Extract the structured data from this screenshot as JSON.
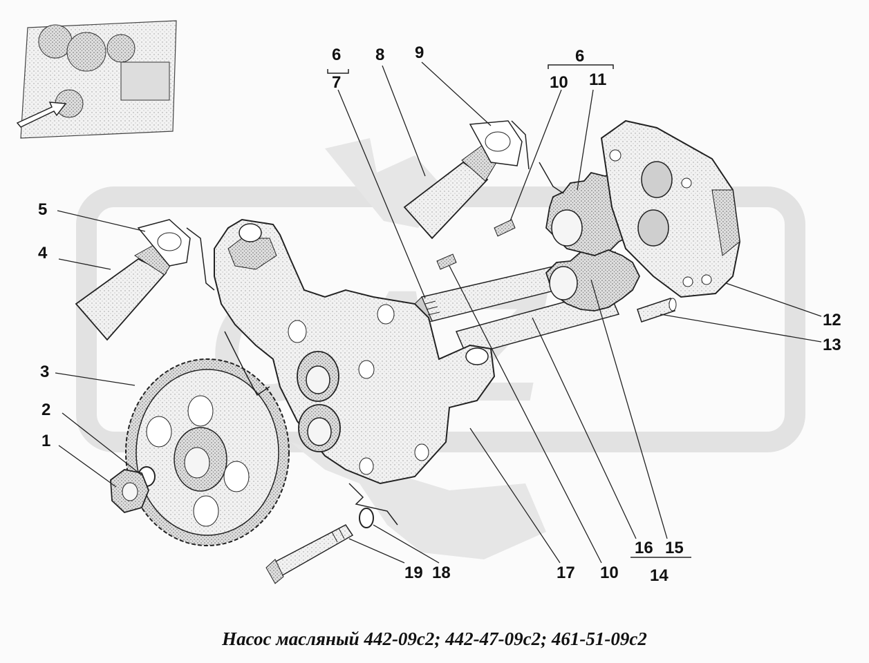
{
  "callouts": [
    {
      "id": "l6a",
      "text": "6"
    },
    {
      "id": "l7",
      "text": "7"
    },
    {
      "id": "l8",
      "text": "8"
    },
    {
      "id": "l9",
      "text": "9"
    },
    {
      "id": "l6b",
      "text": "6"
    },
    {
      "id": "l10a",
      "text": "10"
    },
    {
      "id": "l11",
      "text": "11"
    },
    {
      "id": "l5",
      "text": "5"
    },
    {
      "id": "l4",
      "text": "4"
    },
    {
      "id": "l3",
      "text": "3"
    },
    {
      "id": "l2",
      "text": "2"
    },
    {
      "id": "l1",
      "text": "1"
    },
    {
      "id": "l12",
      "text": "12"
    },
    {
      "id": "l13",
      "text": "13"
    },
    {
      "id": "l19",
      "text": "19"
    },
    {
      "id": "l18",
      "text": "18"
    },
    {
      "id": "l17",
      "text": "17"
    },
    {
      "id": "l10b",
      "text": "10"
    },
    {
      "id": "l16",
      "text": "16"
    },
    {
      "id": "l15",
      "text": "15"
    },
    {
      "id": "l14",
      "text": "14"
    }
  ],
  "caption": "Насос масляный 442-09с2; 442-47-09с2; 461-51-09с2",
  "colors": {
    "ink": "#111111",
    "watermark": "#e3e3e3",
    "part_fill": "#efefef"
  }
}
